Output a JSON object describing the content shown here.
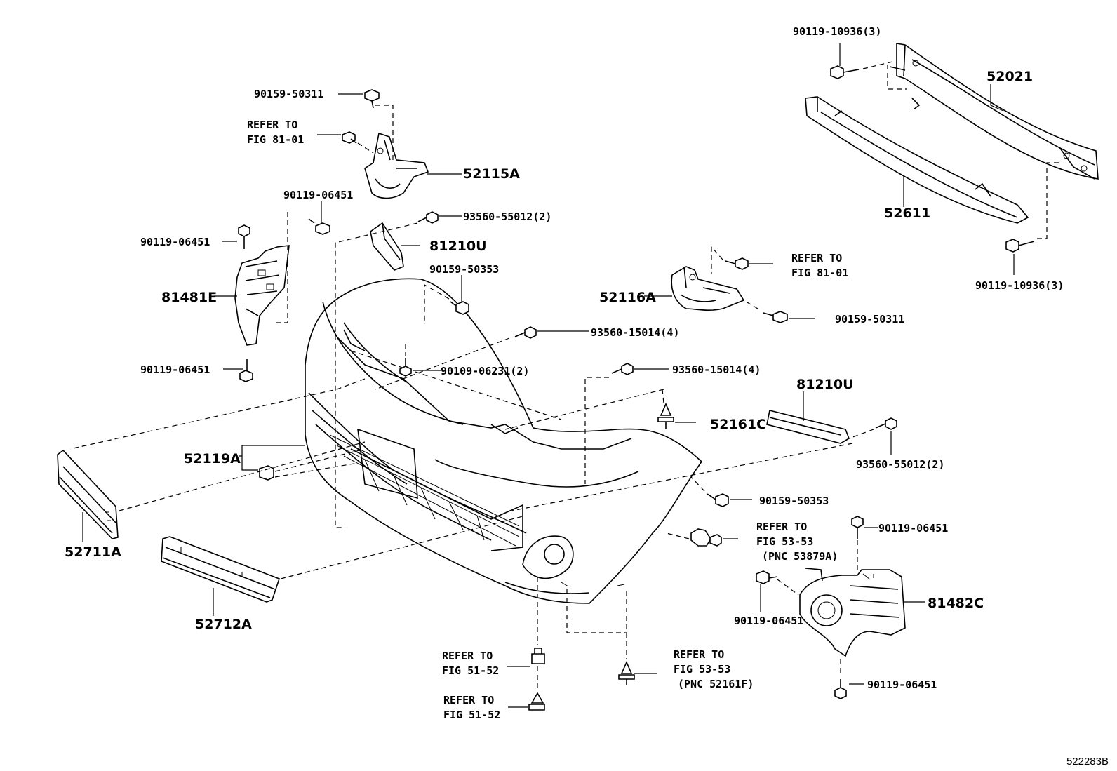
{
  "diagram_id": "522283B",
  "labels": {
    "p90119_10936_top": "90119-10936(3)",
    "p90119_10936_bot": "90119-10936(3)",
    "p52021": "52021",
    "p52611": "52611",
    "p90159_50311_top": "90159-50311",
    "refer_81_01_a_1": "REFER TO",
    "refer_81_01_a_2": "FIG 81-01",
    "p52115A": "52115A",
    "p90119_06451_a": "90119-06451",
    "p90119_06451_b": "90119-06451",
    "p93560_55012_top": "93560-55012(2)",
    "p81210U_top": "81210U",
    "p90159_50353_top": "90159-50353",
    "p81481E": "81481E",
    "refer_81_01_b_1": "REFER TO",
    "refer_81_01_b_2": "FIG 81-01",
    "p52116A": "52116A",
    "p90159_50311_right": "90159-50311",
    "p93560_15014_a": "93560-15014(4)",
    "p90119_06451_c": "90119-06451",
    "p90109_06231": "90109-06231(2)",
    "p93560_15014_b": "93560-15014(4)",
    "p81210U_right": "81210U",
    "p52161C": "52161C",
    "p52119A": "52119A",
    "p93560_55012_right": "93560-55012(2)",
    "p52711A": "52711A",
    "p90159_50353_bot": "90159-50353",
    "refer_53_53_a_1": "REFER TO",
    "refer_53_53_a_2": "FIG 53-53",
    "refer_53_53_a_3": "(PNC 53879A)",
    "p90119_06451_d": "90119-06451",
    "p52712A": "52712A",
    "p81482C": "81482C",
    "p90119_06451_e": "90119-06451",
    "refer_51_52_a_1": "REFER TO",
    "refer_51_52_a_2": "FIG 51-52",
    "refer_53_53_b_1": "REFER TO",
    "refer_53_53_b_2": "FIG 53-53",
    "refer_53_53_b_3": "(PNC 52161F)",
    "p90119_06451_f": "90119-06451",
    "refer_51_52_b_1": "REFER TO",
    "refer_51_52_b_2": "FIG 51-52"
  }
}
